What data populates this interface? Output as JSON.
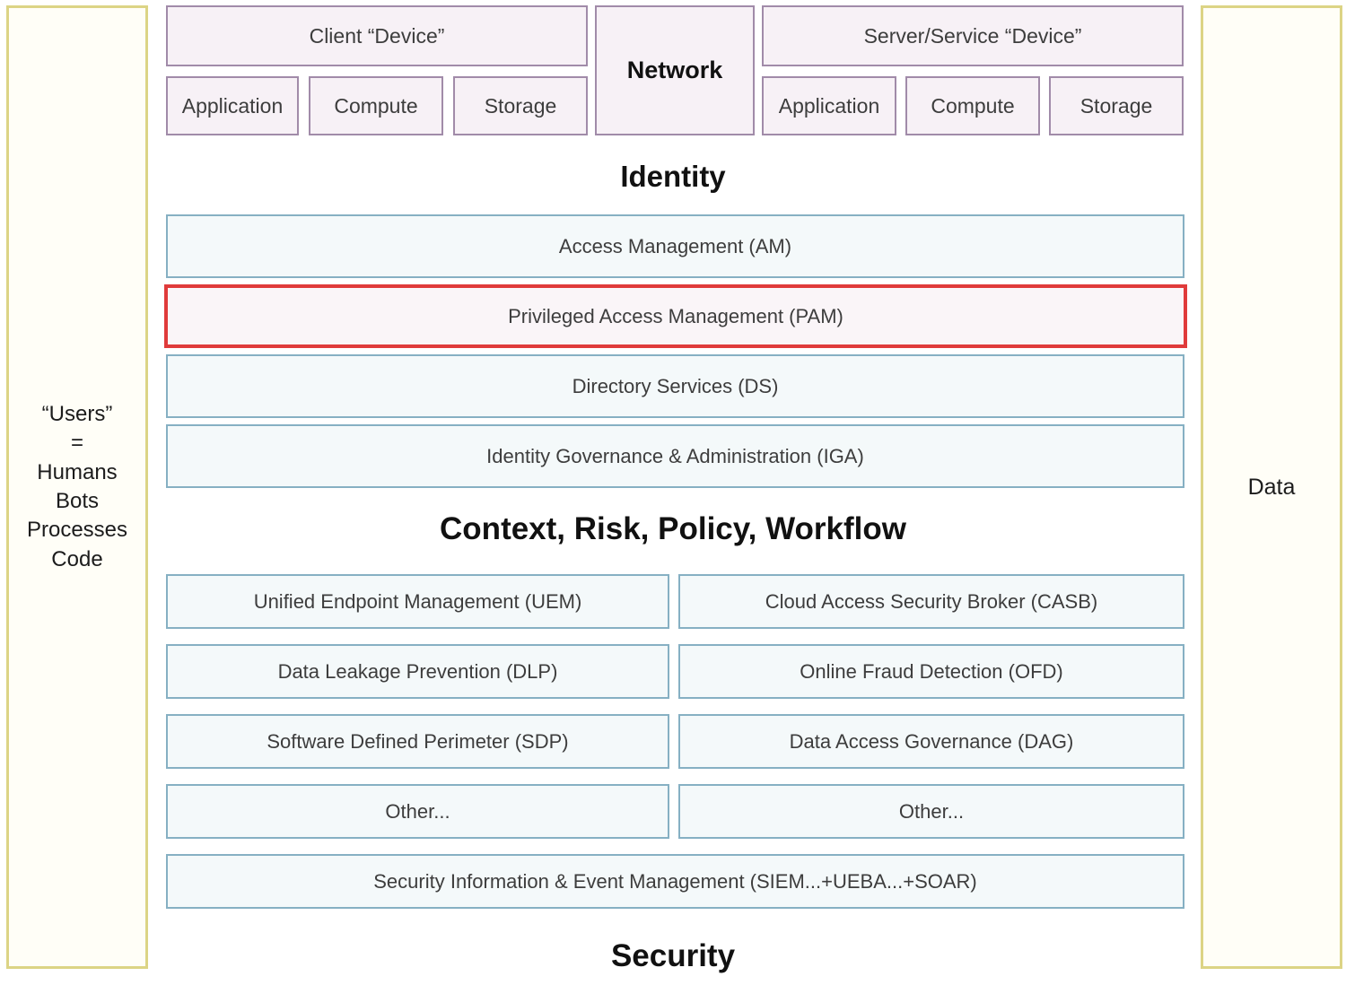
{
  "left_panel": {
    "name": "users-panel",
    "text": "“Users”\n=\nHumans\nBots\nProcesses\nCode"
  },
  "right_panel": {
    "name": "data-panel",
    "text": "Data"
  },
  "top_layer": {
    "client": {
      "title": "Client “Device”",
      "components": [
        "Application",
        "Compute",
        "Storage"
      ]
    },
    "network": {
      "label": "Network"
    },
    "server": {
      "title": "Server/Service “Device”",
      "components": [
        "Application",
        "Compute",
        "Storage"
      ]
    }
  },
  "identity": {
    "heading": "Identity",
    "rows": [
      {
        "label": "Access Management (AM)",
        "highlighted": false
      },
      {
        "label": "Privileged Access Management (PAM)",
        "highlighted": true
      },
      {
        "label": "Directory Services (DS)",
        "highlighted": false
      },
      {
        "label": "Identity Governance & Administration (IGA)",
        "highlighted": false
      }
    ]
  },
  "context": {
    "heading": "Context, Risk, Policy, Workflow",
    "left_column": [
      "Unified Endpoint Management (UEM)",
      "Data Leakage Prevention (DLP)",
      "Software Defined Perimeter (SDP)",
      "Other..."
    ],
    "right_column": [
      "Cloud Access Security Broker (CASB)",
      "Online Fraud Detection (OFD)",
      "Data Access Governance (DAG)",
      "Other..."
    ],
    "full_width_row": "Security Information & Event Management (SIEM...+UEBA...+SOAR)"
  },
  "security": {
    "heading": "Security"
  },
  "colors": {
    "device_border": "#a18ba9",
    "device_fill": "#f7f1f6",
    "service_border": "#86b0c3",
    "service_fill": "#f4f9fa",
    "highlight_border": "#e03b3b",
    "panel_border": "#dcd485",
    "panel_fill": "#fffef7"
  }
}
